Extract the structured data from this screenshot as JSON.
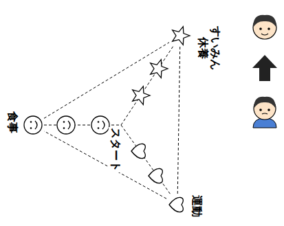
{
  "diagram": {
    "nodes": [
      {
        "text": [
          "食事"
        ]
      },
      {
        "text": [
          "すいみん 休養"
        ]
      },
      {
        "text": [
          "運動"
        ]
      }
    ],
    "edges": [
      {
        "from": 0,
        "to": 1,
        "arrow": "none"
      },
      {
        "from": 1,
        "to": 2,
        "arrow": "none"
      },
      {
        "from": 2,
        "to": 0,
        "arrow": "none"
      }
    ],
    "labels": [
      "スタート"
    ]
  }
}
